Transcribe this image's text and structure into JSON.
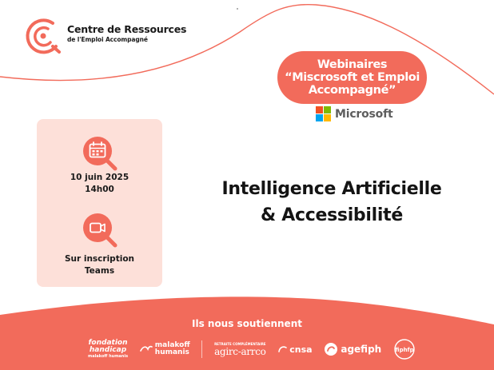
{
  "organization": {
    "name": "Centre de Ressources",
    "subtitle": "de l'Emploi Accompagné"
  },
  "webinar": {
    "line1": "Webinaires",
    "line2": "“Miscrosoft et Emploi",
    "line3": "Accompagné”"
  },
  "partner_brand": "Microsoft",
  "event": {
    "date": "10 juin 2025",
    "time": "14h00",
    "registration": "Sur inscription",
    "platform": "Teams"
  },
  "headline": {
    "line1": "Intelligence Artificielle",
    "line2": "& Accessibilité"
  },
  "footer": {
    "title": "Ils nous soutiennent",
    "sponsors": {
      "fondation_line1": "fondation",
      "fondation_line2": "handicap",
      "fondation_sub": "malakoff humanis",
      "malakoff_line1": "malakoff",
      "malakoff_line2": "humanis",
      "agirc_small": "RETRAITE COMPLÉMENTAIRE",
      "agirc_name": "agirc-arrco",
      "cnsa": "cnsa",
      "agefiph": "agefiph",
      "fiphfp": "fiphfp"
    }
  },
  "icons": {
    "logo": "crea-logo-icon",
    "calendar": "calendar-icon",
    "video": "video-camera-icon"
  },
  "colors": {
    "accent": "#f26b5b",
    "card": "#fde0d9",
    "text": "#141414",
    "ms_red": "#f25022",
    "ms_green": "#7fba00",
    "ms_blue": "#00a4ef",
    "ms_yellow": "#ffb900"
  }
}
